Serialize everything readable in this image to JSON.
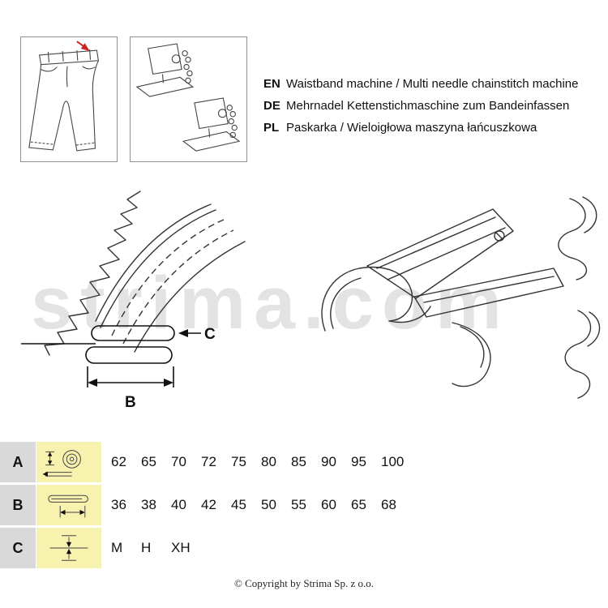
{
  "header": {
    "languages": [
      {
        "code": "EN",
        "text": "Waistband machine / Multi needle chainstitch machine"
      },
      {
        "code": "DE",
        "text": "Mehrnadel Kettenstichmaschine zum Bandeinfassen"
      },
      {
        "code": "PL",
        "text": "Paskarka / Wieloigłowa maszyna łańcuszkowa"
      }
    ]
  },
  "diagram": {
    "dimension_labels": {
      "b": "B",
      "c": "C"
    }
  },
  "watermark": "strima.com",
  "spec_table": {
    "rows": [
      {
        "label": "A",
        "icon": "tape-roll-width-icon",
        "values": [
          "62",
          "65",
          "70",
          "72",
          "75",
          "80",
          "85",
          "90",
          "95",
          "100"
        ]
      },
      {
        "label": "B",
        "icon": "folded-band-width-icon",
        "values": [
          "36",
          "38",
          "40",
          "42",
          "45",
          "50",
          "55",
          "60",
          "65",
          "68"
        ]
      },
      {
        "label": "C",
        "icon": "material-thickness-icon",
        "values": [
          "M",
          "H",
          "XH"
        ]
      }
    ]
  },
  "footer": {
    "copyright": "© Copyright by Strima Sp. z o.o."
  },
  "colors": {
    "row_label_bg": "#d9d9d9",
    "row_icon_bg": "#f7f2ae",
    "accent_red": "#cc2222",
    "watermark_gray": "#e3e3e3"
  }
}
